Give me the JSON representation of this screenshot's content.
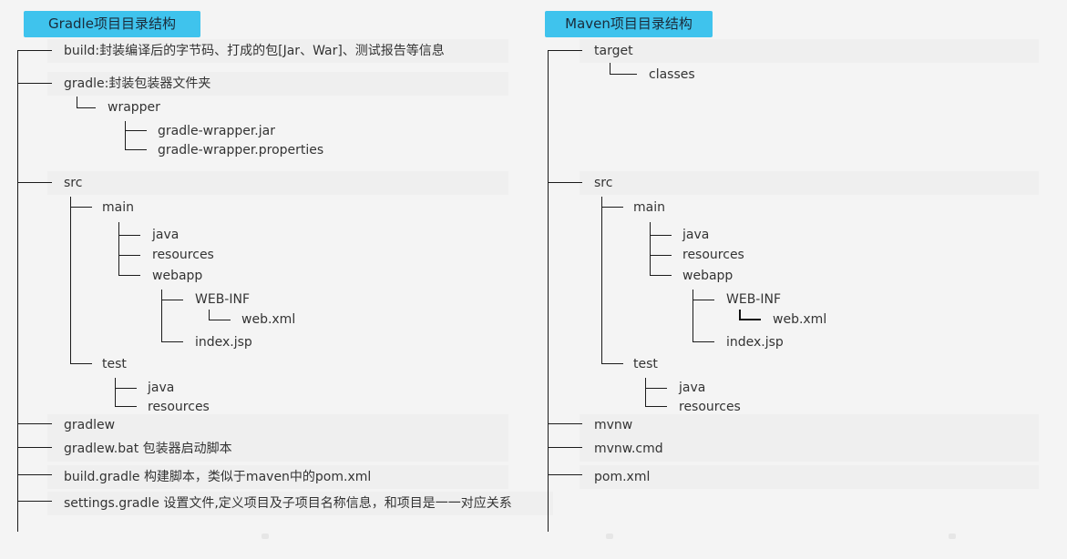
{
  "gradle": {
    "title": "Gradle项目目录结构",
    "nodes": {
      "build": "build:封装编译后的字节码、打成的包[Jar、War]、测试报告等信息",
      "gradle_dir": "gradle:封装包装器文件夹",
      "wrapper": "wrapper",
      "wrapper_jar": "gradle-wrapper.jar",
      "wrapper_props": "gradle-wrapper.properties",
      "src": "src",
      "main": "main",
      "main_java": "java",
      "main_resources": "resources",
      "webapp": "webapp",
      "webinf": "WEB-INF",
      "webxml": "web.xml",
      "indexjsp": "index.jsp",
      "test": "test",
      "test_java": "java",
      "test_resources": "resources",
      "gradlew": "gradlew",
      "gradlew_bat": "gradlew.bat 包装器启动脚本",
      "build_gradle": "build.gradle 构建脚本，类似于maven中的pom.xml",
      "settings_gradle": "settings.gradle 设置文件,定义项目及子项目名称信息，和项目是一一对应关系"
    }
  },
  "maven": {
    "title": "Maven项目目录结构",
    "nodes": {
      "target": "target",
      "classes": "classes",
      "src": "src",
      "main": "main",
      "main_java": "java",
      "main_resources": "resources",
      "webapp": "webapp",
      "webinf": "WEB-INF",
      "webxml": "web.xml",
      "indexjsp": "index.jsp",
      "test": "test",
      "test_java": "java",
      "test_resources": "resources",
      "mvnw": "mvnw",
      "mvnw_cmd": "mvnw.cmd",
      "pom": "pom.xml"
    }
  },
  "colors": {
    "background": "#f4f4f4",
    "badge": "#3fc3ed",
    "text": "#333333",
    "line": "#1b1b1b"
  }
}
